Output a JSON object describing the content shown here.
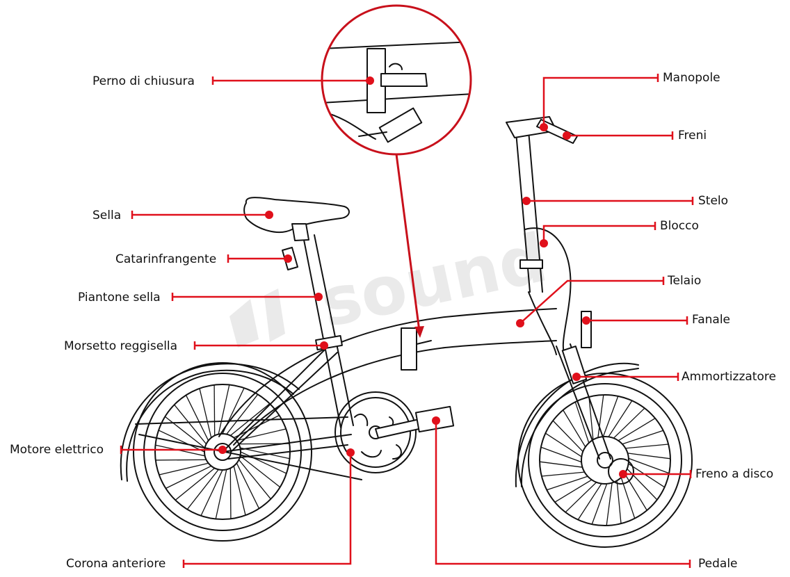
{
  "watermark": "sound",
  "colors": {
    "accent": "#e0101b",
    "line": "#111111",
    "watermark": "#d9d9d9"
  },
  "labels": {
    "perno_di_chiusura": "Perno di chiusura",
    "sella": "Sella",
    "catarinfrangente": "Catarinfrangente",
    "piantone_sella": "Piantone sella",
    "morsetto_reggisella": "Morsetto reggisella",
    "motore_elettrico": "Motore elettrico",
    "corona_anteriore": "Corona anteriore",
    "manopole": "Manopole",
    "freni": "Freni",
    "stelo": "Stelo",
    "blocco": "Blocco",
    "telaio": "Telaio",
    "fanale": "Fanale",
    "ammortizzatore": "Ammortizzatore",
    "freno_a_disco": "Freno a disco",
    "pedale": "Pedale"
  }
}
